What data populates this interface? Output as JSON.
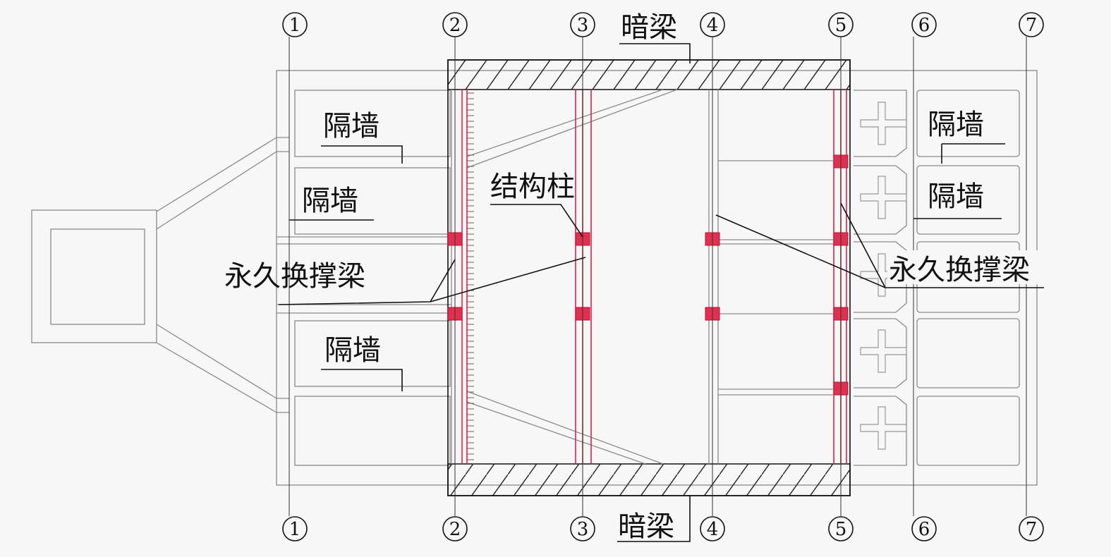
{
  "title": "暗梁、隔墙、结构柱与永久换撑梁平面布置图",
  "axes": [
    "1",
    "2",
    "3",
    "4",
    "5",
    "6",
    "7"
  ],
  "axis_glyphs": [
    "①",
    "②",
    "③",
    "④",
    "⑤",
    "⑥",
    "⑦"
  ],
  "labels": {
    "hidden_beam_top": "暗梁",
    "hidden_beam_bottom": "暗梁",
    "partition_left_1": "隔墙",
    "partition_left_2": "隔墙",
    "partition_left_3": "隔墙",
    "partition_right_1": "隔墙",
    "partition_right_2": "隔墙",
    "structural_column": "结构柱",
    "permanent_brace_beam_left": "永久换撑梁",
    "permanent_brace_beam_right": "永久换撑梁"
  },
  "colors": {
    "column": "#e0204a",
    "hatch_edge": "#4040c0",
    "line": "#8a8a8a"
  }
}
